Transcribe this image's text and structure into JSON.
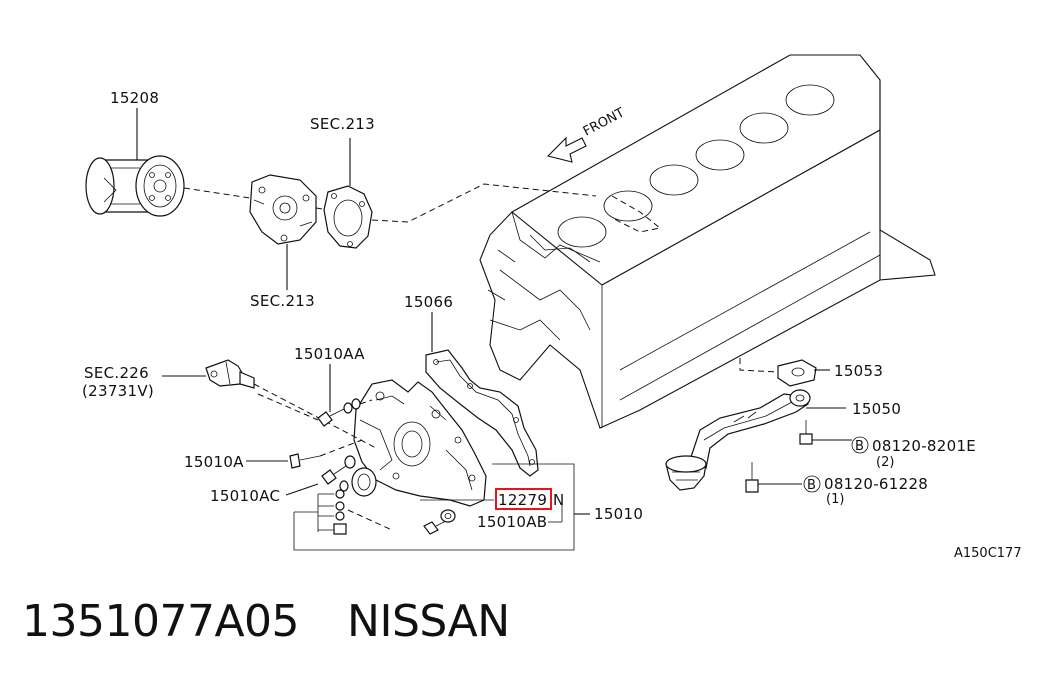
{
  "diagram": {
    "front_label": "FRONT",
    "labels": {
      "oil_filter": "15208",
      "sec213_top": "SEC.213",
      "sec213_bottom": "SEC.213",
      "gasket": "15066",
      "sec226": "SEC.226",
      "sec226_sub": "(23731V)",
      "bolt_aa": "15010AA",
      "bolt_a": "15010A",
      "bolt_ac": "15010AC",
      "highlight_part": "12279",
      "highlight_suffix": "N",
      "pump_assembly": "15010",
      "bolt_ab": "15010AB",
      "strainer_gasket": "15053",
      "strainer": "15050",
      "bolt_b1": "08120-8201E",
      "bolt_b1_qty": "(2)",
      "bolt_b2": "08120-61228",
      "bolt_b2_qty": "(1)",
      "circle_b": "B",
      "figure_code": "A150C177"
    },
    "highlight_color": "#e8131b"
  },
  "caption": {
    "part_number": "1351077A05",
    "brand": "NISSAN"
  }
}
